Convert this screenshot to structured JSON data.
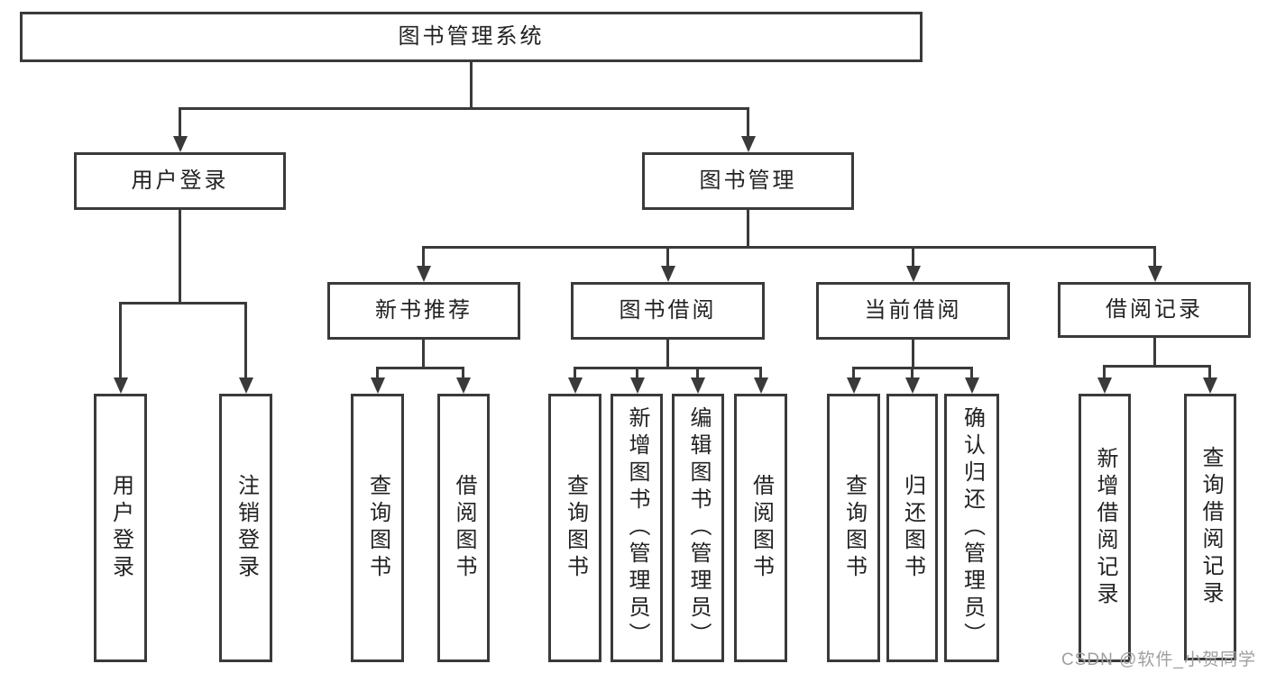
{
  "colors": {
    "line": "#3a3a3a",
    "text": "#222222",
    "background": "#ffffff",
    "watermark": "#9f9f9f"
  },
  "watermark": "CSDN @软件_小贺同学",
  "chart_type": "hierarchy-diagram",
  "tree": {
    "root": "图书管理系统",
    "children": [
      {
        "label": "用户登录",
        "children": [
          "用户登录",
          "注销登录"
        ]
      },
      {
        "label": "图书管理",
        "children": [
          {
            "label": "新书推荐",
            "children": [
              "查询图书",
              "借阅图书"
            ]
          },
          {
            "label": "图书借阅",
            "children": [
              "查询图书",
              "新增图书（管理员）",
              "编辑图书（管理员）",
              "借阅图书"
            ]
          },
          {
            "label": "当前借阅",
            "children": [
              "查询图书",
              "归还图书",
              "确认归还（管理员）"
            ]
          },
          {
            "label": "借阅记录",
            "children": [
              "新增借阅记录",
              "查询借阅记录"
            ]
          }
        ]
      }
    ]
  }
}
